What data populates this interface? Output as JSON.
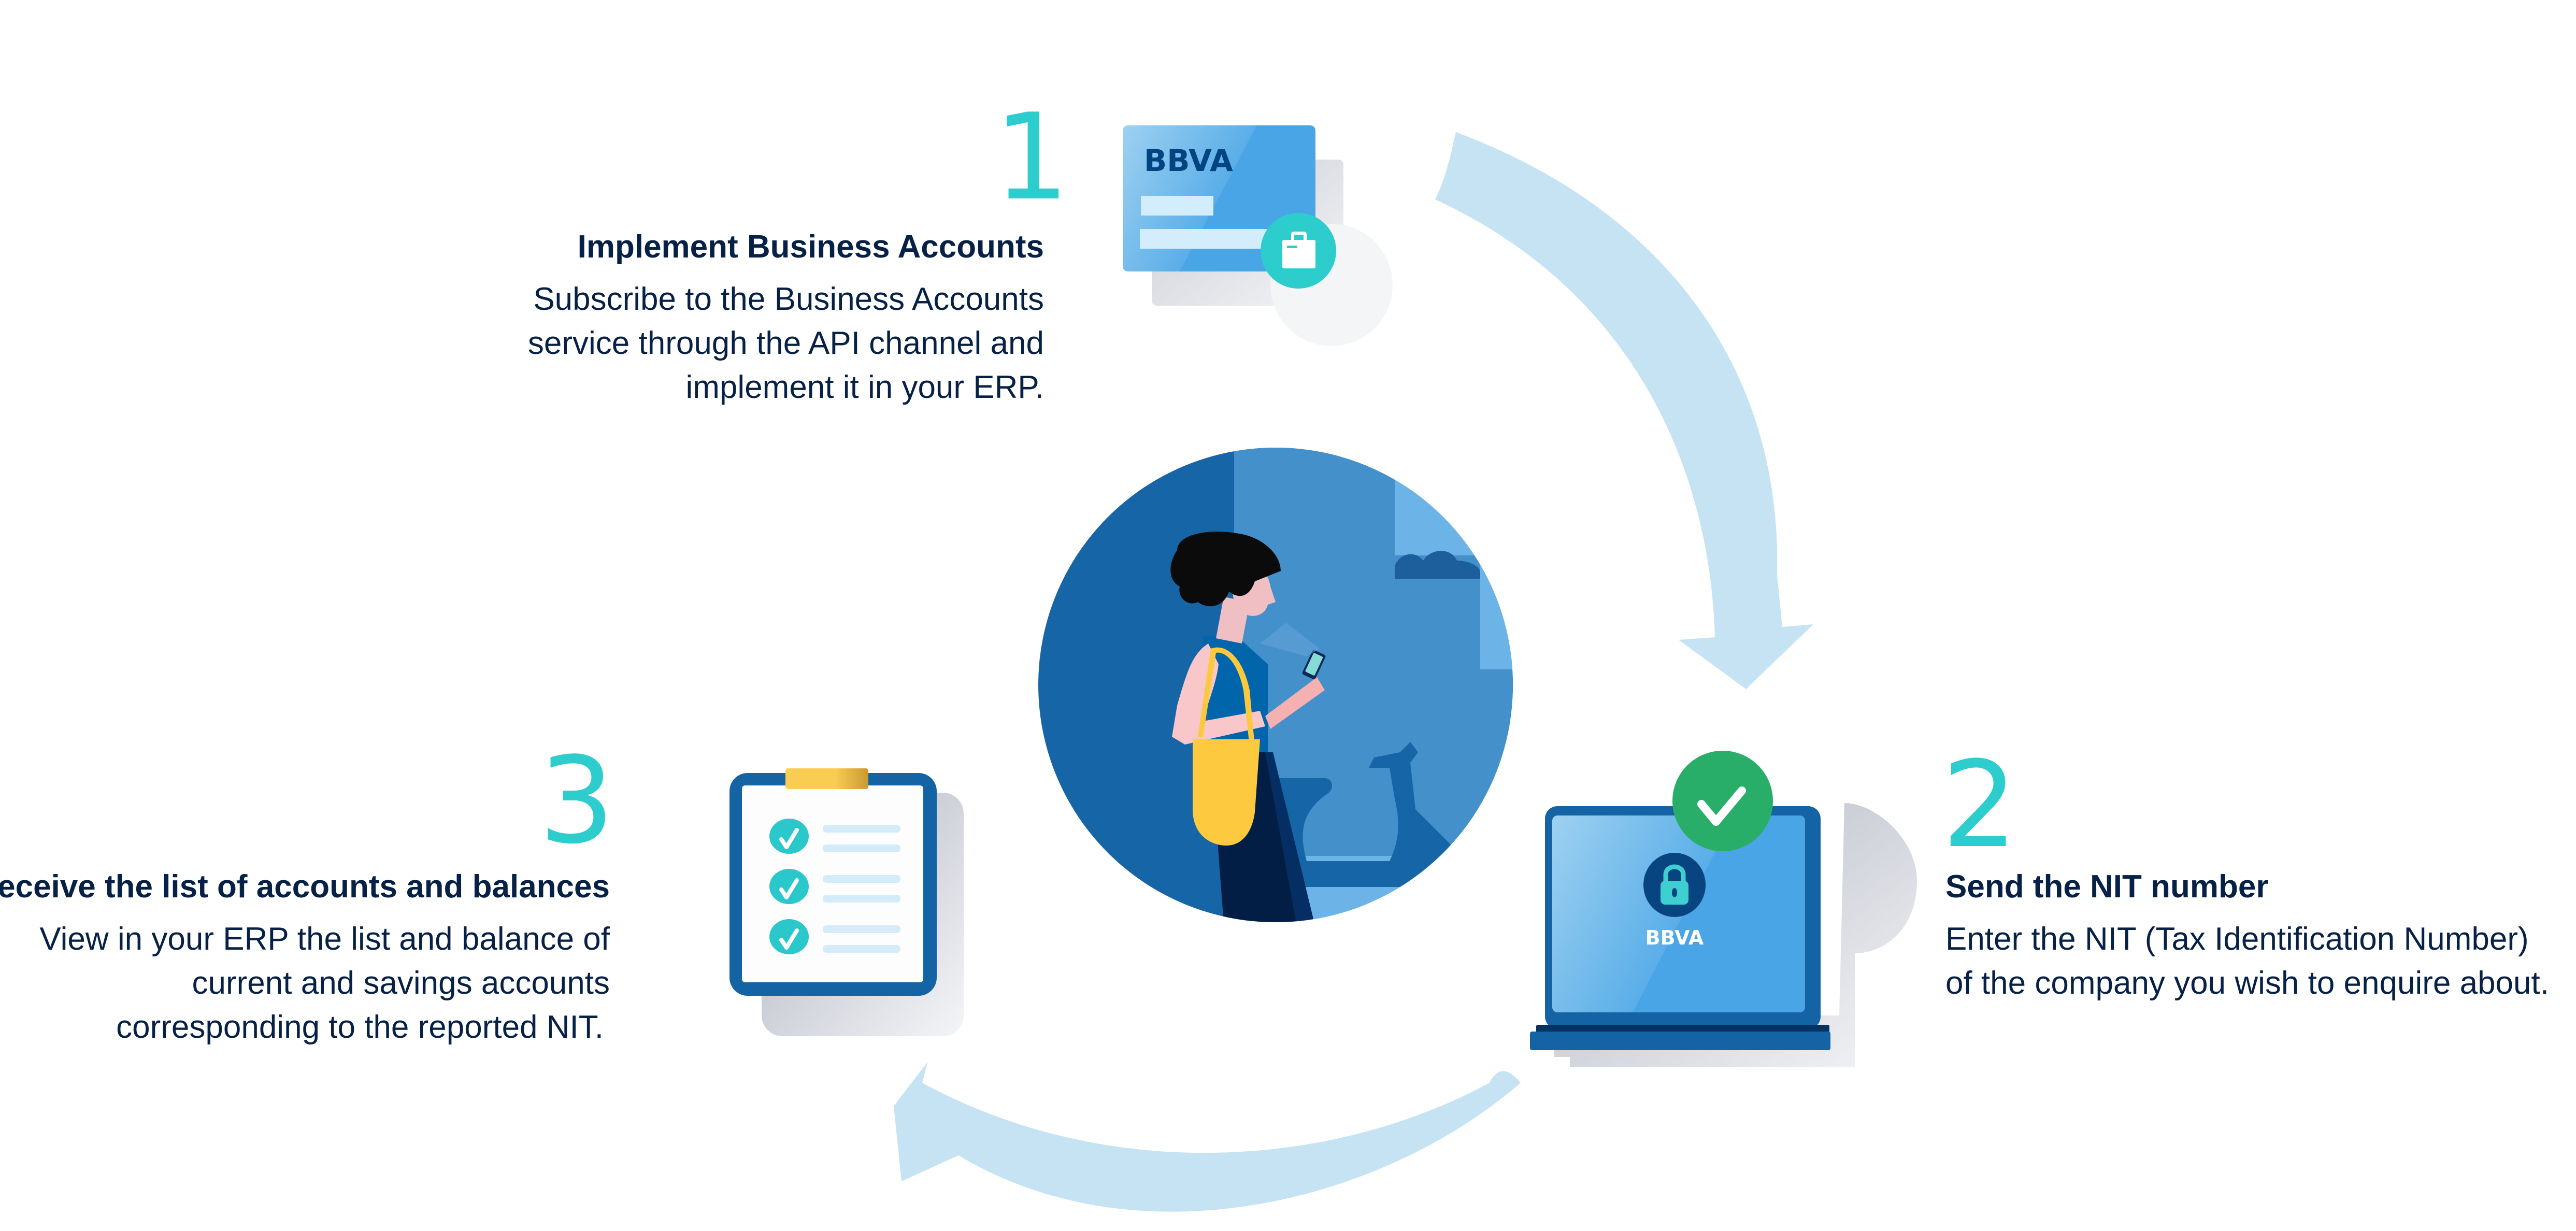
{
  "brand": {
    "logo_text": "BBVA",
    "colors": {
      "navy": "#072146",
      "teal": "#2dcccd",
      "arrow": "#c5e3f2",
      "primary_blue": "#1464a5",
      "light_blue": "#49a5e6",
      "green": "#28ae68",
      "yellow": "#f8cd51"
    }
  },
  "steps": [
    {
      "number": "1",
      "title": "Implement Business Accounts",
      "body_lines": [
        "Subscribe to the Business Accounts",
        "service through the API channel and",
        "implement it in your ERP."
      ],
      "illustration": "bank-card-with-briefcase-icon"
    },
    {
      "number": "2",
      "title": "Send the NIT number",
      "body_lines": [
        "Enter the NIT (Tax Identification Number)",
        "of the company you wish to enquire about."
      ],
      "illustration": "laptop-with-lock-and-check-icon"
    },
    {
      "number": "3",
      "title": "Receive the list of accounts and balances",
      "body_lines": [
        "View in your ERP the list and balance of",
        "current and savings accounts",
        "corresponding to the reported NIT."
      ],
      "illustration": "clipboard-checklist-icon"
    }
  ],
  "center_illustration": "woman-with-phone-icon"
}
